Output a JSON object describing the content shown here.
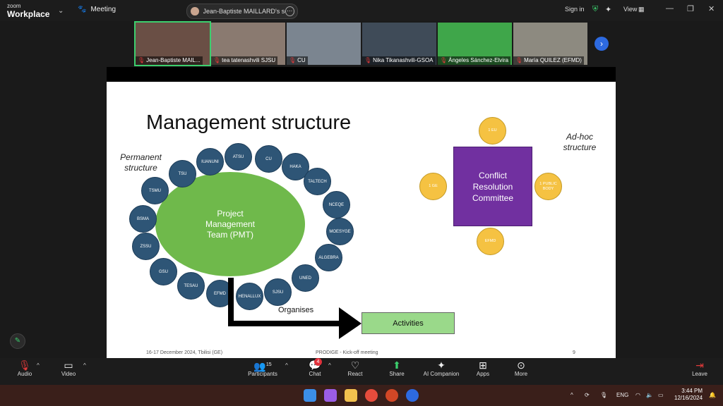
{
  "app": {
    "brand_small": "zoom",
    "brand_large": "Workplace",
    "meeting_label": "Meeting"
  },
  "share_pill": {
    "text": "Jean-Baptiste MAILLARD's screen"
  },
  "topright": {
    "sign_in": "Sign in",
    "view": "View"
  },
  "participants": [
    {
      "name": "Jean-Baptiste MAIL...",
      "color": "#6a4f45"
    },
    {
      "name": "tea tatenashvili SJSU",
      "color": "#8a7a70"
    },
    {
      "name": "CU",
      "color": "#7b8590"
    },
    {
      "name": "Nika Tikanashvili-GSOA",
      "color": "#3f4b58"
    },
    {
      "name": "Ángeles Sánchez-Elvira",
      "color": "#3fa64a"
    },
    {
      "name": "María QUILEZ (EFMD)",
      "color": "#8d8a80"
    }
  ],
  "slide": {
    "title": "Management structure",
    "permanent_label": "Permanent structure",
    "adhoc_label": "Ad-hoc structure",
    "pmt": "Project Management Team (PMT)",
    "members": [
      "IUANUNI",
      "ATSU",
      "CU",
      "HAKA",
      "TALTECH",
      "NCEQE",
      "MOESYGE",
      "ALGEBRA",
      "UNED",
      "SJSU",
      "HENALLUX",
      "EFMD",
      "TESAU",
      "GSU",
      "ZSSU",
      "BSMA",
      "TSMU",
      "TSU"
    ],
    "committee": "Conflict Resolution Committee",
    "adhoc_members": [
      "1 EU",
      "1 GE",
      "1 PUBLIC BODY",
      "EFMD"
    ],
    "organises": "Organises",
    "activities": "Activities",
    "footer_left": "16-17 December 2024, Tbilisi (GE)",
    "footer_mid": "PRODIGE - Kick-off meeting",
    "footer_page": "9"
  },
  "toolbar": {
    "audio": "Audio",
    "video": "Video",
    "participants": "Participants",
    "participants_count": "15",
    "chat": "Chat",
    "chat_badge": "4",
    "react": "React",
    "share": "Share",
    "ai": "AI Companion",
    "apps": "Apps",
    "more": "More",
    "leave": "Leave"
  },
  "taskbar": {
    "lang": "ENG",
    "time": "3:44 PM",
    "date": "12/16/2024"
  }
}
